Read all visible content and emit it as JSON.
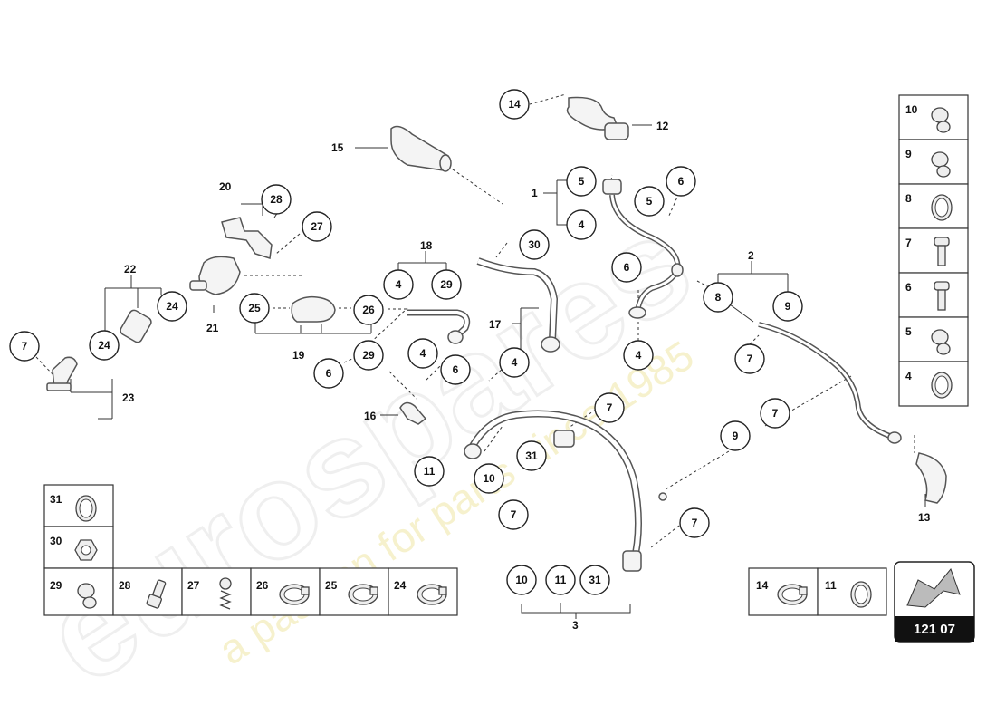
{
  "diagram": {
    "page_code": "121 07",
    "watermark": {
      "brand": "eurospares",
      "tagline": "a passion for parts since 1985"
    },
    "callouts": [
      {
        "id": "c14",
        "n": "14"
      },
      {
        "id": "c15",
        "n": "15"
      },
      {
        "id": "c28",
        "n": "28"
      },
      {
        "id": "c27",
        "n": "27"
      },
      {
        "id": "c5a",
        "n": "5"
      },
      {
        "id": "c4a",
        "n": "4"
      },
      {
        "id": "c6a",
        "n": "6"
      },
      {
        "id": "c5b",
        "n": "5"
      },
      {
        "id": "c30",
        "n": "30"
      },
      {
        "id": "c4b",
        "n": "4"
      },
      {
        "id": "c29a",
        "n": "29"
      },
      {
        "id": "c24a",
        "n": "24"
      },
      {
        "id": "c24b",
        "n": "24"
      },
      {
        "id": "c25",
        "n": "25"
      },
      {
        "id": "c26",
        "n": "26"
      },
      {
        "id": "c29b",
        "n": "29"
      },
      {
        "id": "c7a",
        "n": "7"
      },
      {
        "id": "c4c",
        "n": "4"
      },
      {
        "id": "c6b",
        "n": "6"
      },
      {
        "id": "c6c",
        "n": "6"
      },
      {
        "id": "c4d",
        "n": "4"
      },
      {
        "id": "c6d",
        "n": "6"
      },
      {
        "id": "c4e",
        "n": "4"
      },
      {
        "id": "c8",
        "n": "8"
      },
      {
        "id": "c9a",
        "n": "9"
      },
      {
        "id": "c7b",
        "n": "7"
      },
      {
        "id": "c7c",
        "n": "7"
      },
      {
        "id": "c7d",
        "n": "7"
      },
      {
        "id": "c9b",
        "n": "9"
      },
      {
        "id": "c31a",
        "n": "31"
      },
      {
        "id": "c11a",
        "n": "11"
      },
      {
        "id": "c10a",
        "n": "10"
      },
      {
        "id": "c7e",
        "n": "7"
      },
      {
        "id": "c7f",
        "n": "7"
      },
      {
        "id": "c10b",
        "n": "10"
      },
      {
        "id": "c11b",
        "n": "11"
      },
      {
        "id": "c31b",
        "n": "31"
      }
    ],
    "labels": [
      {
        "id": "l12",
        "n": "12"
      },
      {
        "id": "l15",
        "n": "15"
      },
      {
        "id": "l20",
        "n": "20"
      },
      {
        "id": "l1",
        "n": "1"
      },
      {
        "id": "l18",
        "n": "18"
      },
      {
        "id": "l22",
        "n": "22"
      },
      {
        "id": "l21",
        "n": "21"
      },
      {
        "id": "l19",
        "n": "19"
      },
      {
        "id": "l17",
        "n": "17"
      },
      {
        "id": "l2",
        "n": "2"
      },
      {
        "id": "l16",
        "n": "16"
      },
      {
        "id": "l23",
        "n": "23"
      },
      {
        "id": "l3",
        "n": "3"
      },
      {
        "id": "l13",
        "n": "13"
      }
    ],
    "right_legend": [
      {
        "n": "10",
        "icon": "hose-clip-icon"
      },
      {
        "n": "9",
        "icon": "hose-clip-icon"
      },
      {
        "n": "8",
        "icon": "seal-ring-icon"
      },
      {
        "n": "7",
        "icon": "screw-icon"
      },
      {
        "n": "6",
        "icon": "screw-icon"
      },
      {
        "n": "5",
        "icon": "hose-clip-icon"
      },
      {
        "n": "4",
        "icon": "seal-ring-icon"
      }
    ],
    "left_legend_column": [
      {
        "n": "31",
        "icon": "seal-ring-icon"
      },
      {
        "n": "30",
        "icon": "nut-icon"
      }
    ],
    "bottom_legend_row": [
      {
        "n": "29",
        "icon": "hose-clip-icon"
      },
      {
        "n": "28",
        "icon": "bleed-valve-icon"
      },
      {
        "n": "27",
        "icon": "spring-screw-icon"
      },
      {
        "n": "26",
        "icon": "hose-clamp-icon"
      },
      {
        "n": "25",
        "icon": "hose-clamp-icon"
      },
      {
        "n": "24",
        "icon": "hose-clamp-icon"
      }
    ],
    "small_legend": [
      {
        "n": "14",
        "icon": "hose-clamp-icon"
      },
      {
        "n": "11",
        "icon": "seal-ring-icon"
      }
    ]
  }
}
